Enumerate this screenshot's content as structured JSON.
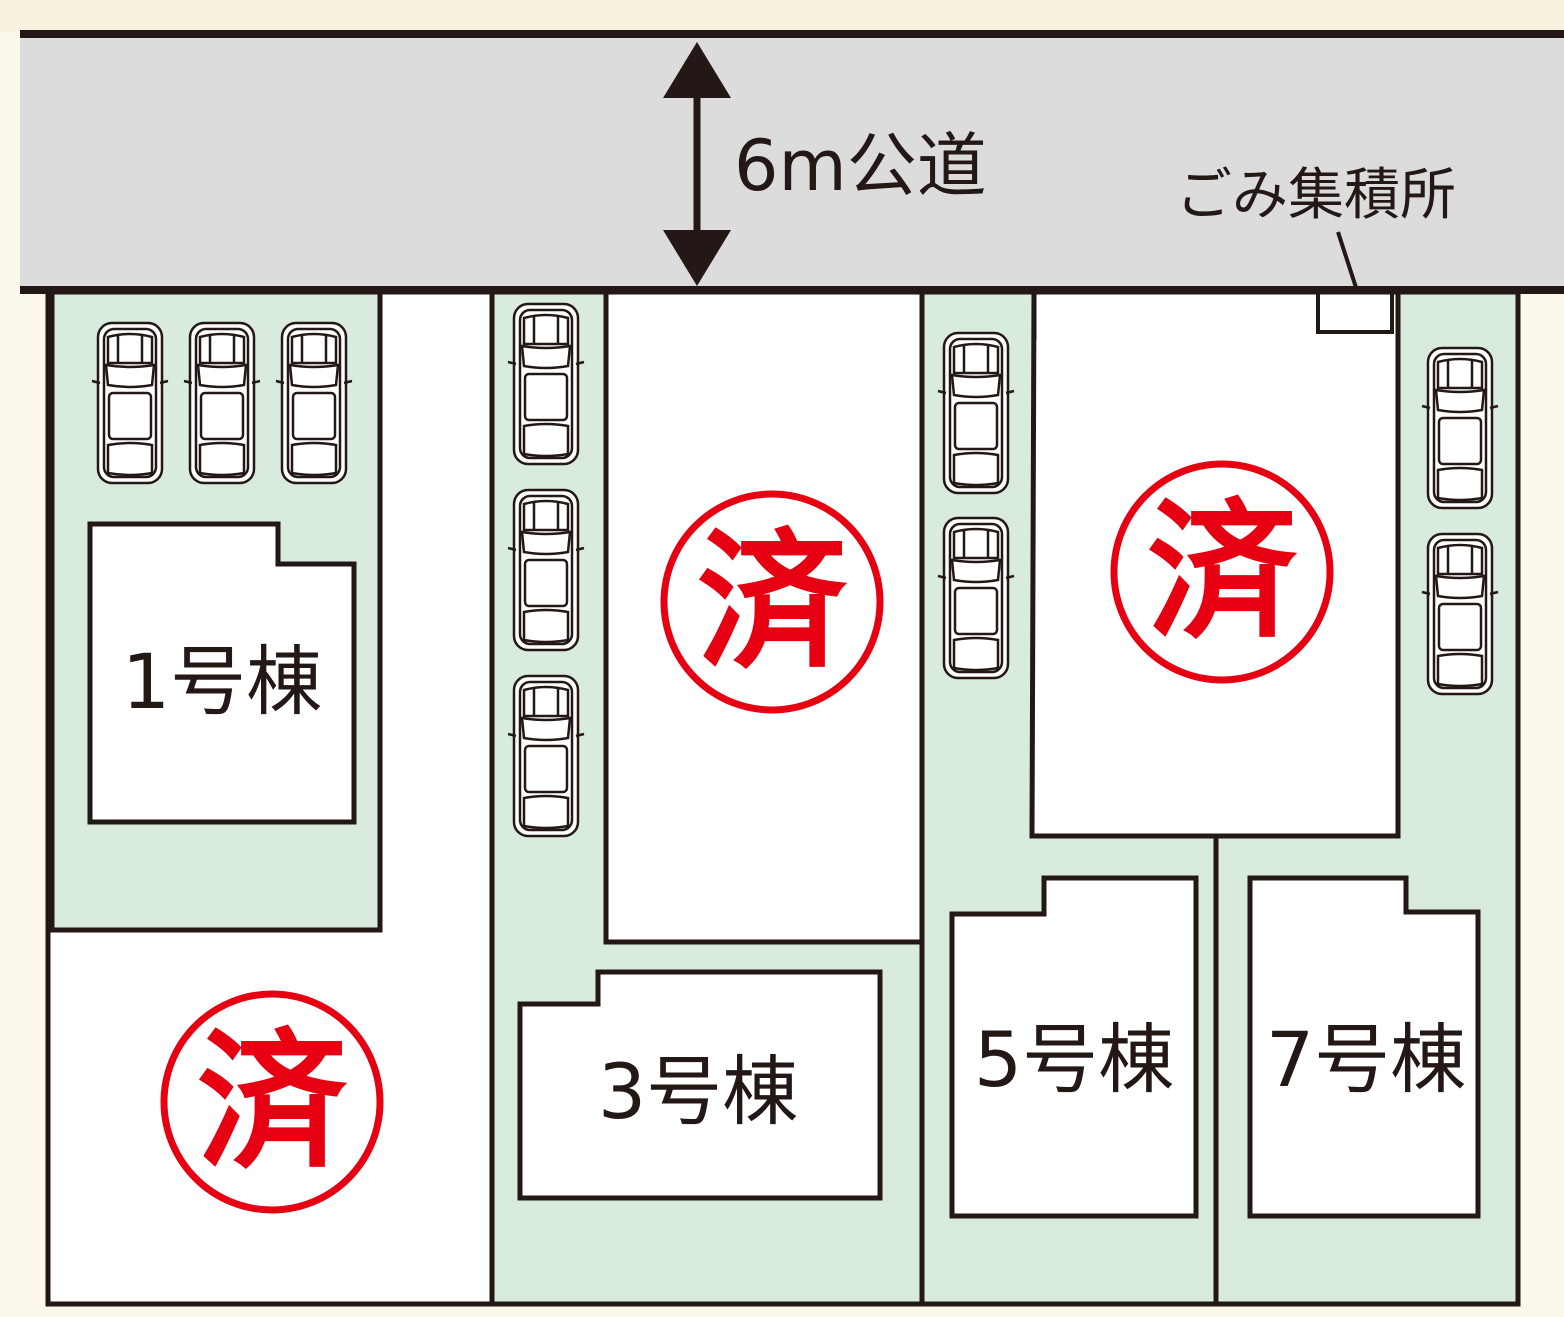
{
  "road": {
    "label": "6m公道"
  },
  "garbage": {
    "label": "ごみ集積所"
  },
  "lots": [
    {
      "label": "1号棟"
    },
    {
      "label": "3号棟"
    },
    {
      "label": "5号棟"
    },
    {
      "label": "7号棟"
    }
  ],
  "sold_mark": "済",
  "colors": {
    "road": "#dcdcdd",
    "green": "#d9ebdc",
    "line": "#231815",
    "sold": "#e60012",
    "background": "#fdf8ec"
  },
  "icons": [
    "car-icon",
    "double-arrow-icon",
    "sold-stamp-icon"
  ]
}
